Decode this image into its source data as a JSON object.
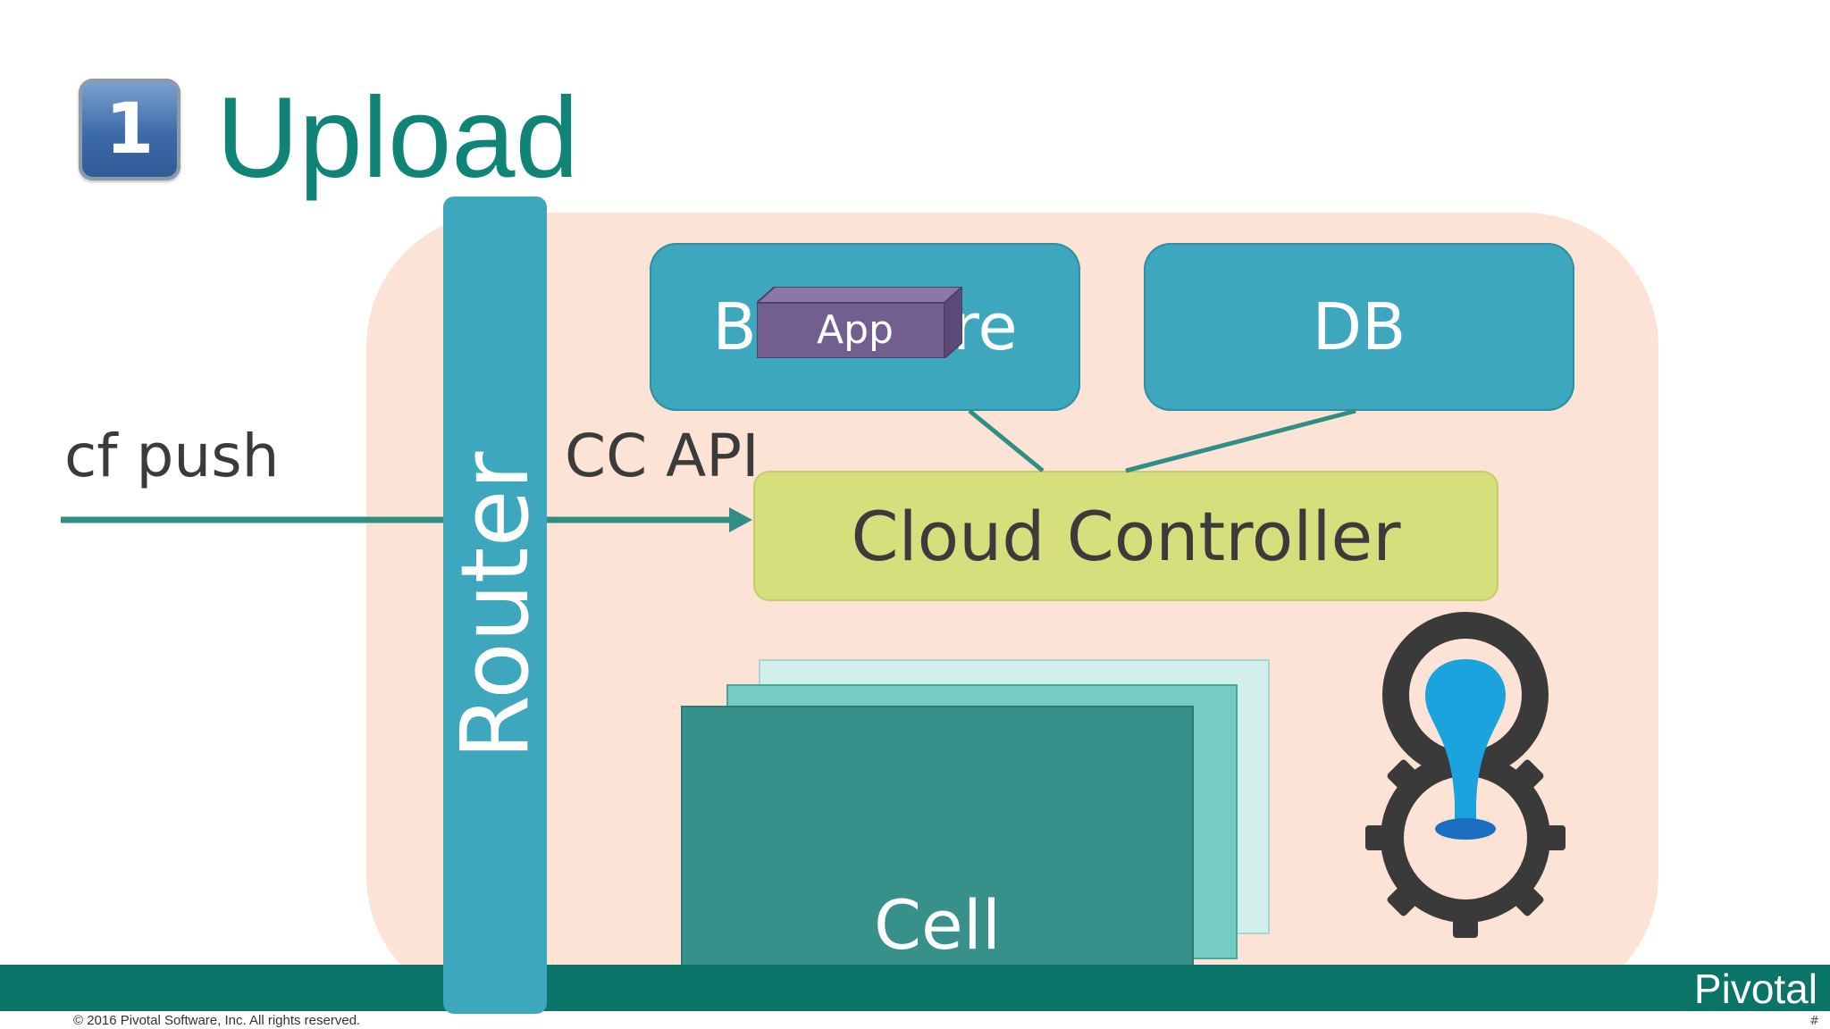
{
  "title": {
    "badge_number": "1",
    "text": "Upload"
  },
  "labels": {
    "cf_push": "cf push",
    "cc_api": "CC API"
  },
  "components": {
    "router": "Router",
    "blobstore": "Blobstore",
    "db": "DB",
    "app": "App",
    "cloud_controller": "Cloud Controller",
    "cell": "Cell"
  },
  "footer": {
    "copyright": "© 2016 Pivotal Software, Inc.  All rights reserved.",
    "logo": "Pivotal",
    "corner_mark": "#"
  },
  "colors": {
    "title_teal": "#118478",
    "platform_bg": "#fce3d6",
    "router_blue": "#3ca7bd",
    "cloud_controller_green": "#d5df7c",
    "app_purple": "#725e8f",
    "cell_dark": "#37908a",
    "footer_teal": "#0a7468",
    "arrow_teal": "#2f8f84"
  },
  "icons": {
    "title_badge": "keycap-one-icon",
    "platform_logo": "cloud-foundry-gear-icon"
  }
}
